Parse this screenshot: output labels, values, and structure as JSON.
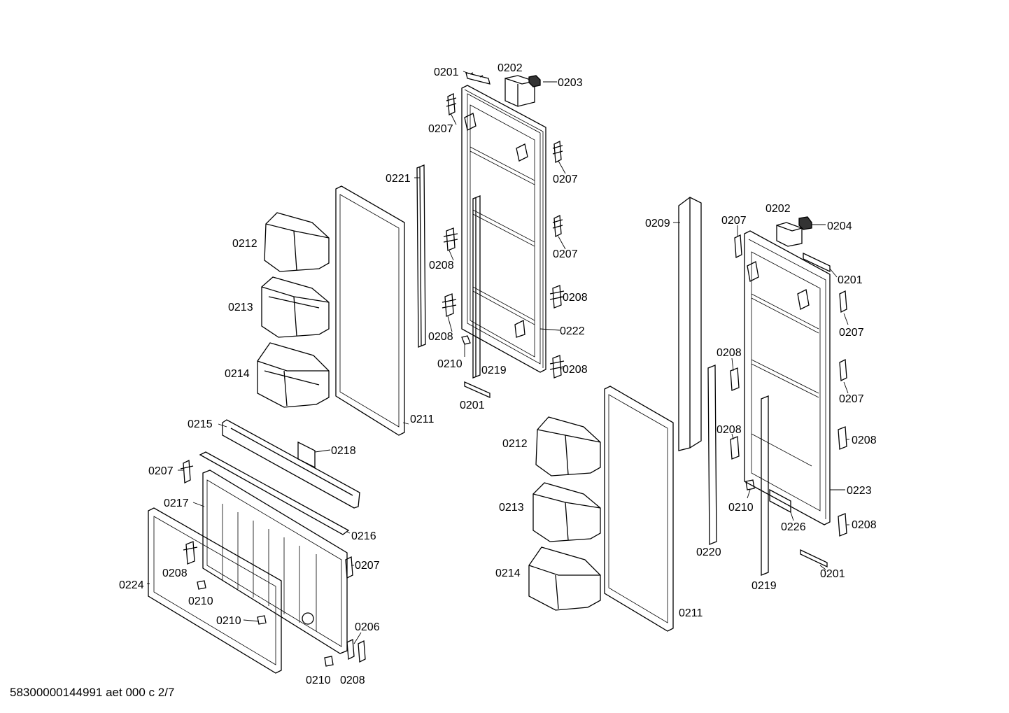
{
  "document_id": "58300000144991 aet 000 c 2/7",
  "labels": {
    "l0201a": "0201",
    "l0202a": "0202",
    "l0203": "0203",
    "l0207a": "0207",
    "l0207b": "0207",
    "l0221": "0221",
    "l0207c": "0207",
    "l0212a": "0212",
    "l0208a": "0208",
    "l0213a": "0213",
    "l0208b": "0208",
    "l0222": "0222",
    "l0208c": "0208",
    "l0210a": "0210",
    "l0219a": "0219",
    "l0208d": "0208",
    "l0214a": "0214",
    "l0201b": "0201",
    "l0211a": "0211",
    "l0215": "0215",
    "l0218": "0218",
    "l0207d": "0207",
    "l0217": "0217",
    "l0216": "0216",
    "l0207e": "0207",
    "l0224": "0224",
    "l0208e": "0208",
    "l0210b": "0210",
    "l0210c": "0210",
    "l0206": "0206",
    "l0210d": "0210",
    "l0208f": "0208",
    "l0209": "0209",
    "l0207f": "0207",
    "l0202b": "0202",
    "l0204": "0204",
    "l0201c": "0201",
    "l0207g": "0207",
    "l0208g": "0208",
    "l0207h": "0207",
    "l0208h": "0208",
    "l0212b": "0212",
    "l0208i": "0208",
    "l0213b": "0213",
    "l0210e": "0210",
    "l0223": "0223",
    "l0226": "0226",
    "l0208j": "0208",
    "l0220": "0220",
    "l0214b": "0214",
    "l0219b": "0219",
    "l0201d": "0201",
    "l0211b": "0211"
  }
}
